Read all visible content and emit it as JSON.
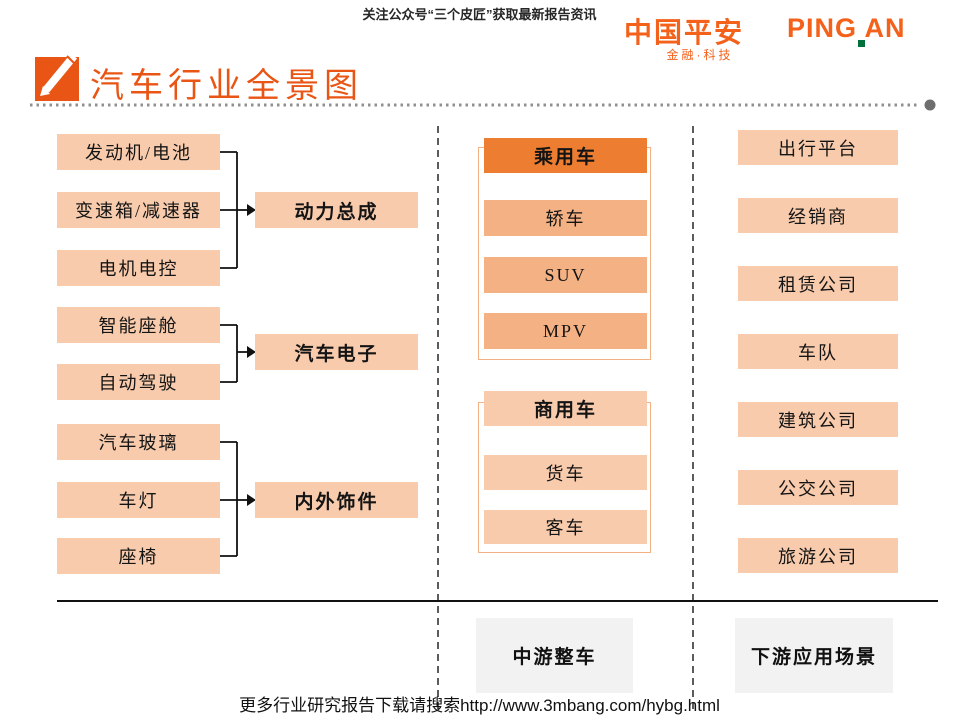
{
  "banner": {
    "text": "关注公众号“三个皮匠”获取最新报告资讯"
  },
  "logo": {
    "cn": "中国平安",
    "en": "PING AN",
    "tagline": "金融·科技"
  },
  "title": {
    "text": "汽车行业全景图"
  },
  "upstream": {
    "groups": [
      {
        "sources": [
          "发动机/电池",
          "变速箱/减速器",
          "电机电控"
        ],
        "target": "动力总成"
      },
      {
        "sources": [
          "智能座舱",
          "自动驾驶"
        ],
        "target": "汽车电子"
      },
      {
        "sources": [
          "汽车玻璃",
          "车灯",
          "座椅"
        ],
        "target": "内外饰件"
      }
    ]
  },
  "midstream": {
    "section_label": "中游整车",
    "groups": [
      {
        "header": "乘用车",
        "items": [
          "轿车",
          "SUV",
          "MPV"
        ]
      },
      {
        "header": "商用车",
        "items": [
          "货车",
          "客车"
        ]
      }
    ]
  },
  "downstream": {
    "section_label": "下游应用场景",
    "items": [
      "出行平台",
      "经销商",
      "租赁公司",
      "车队",
      "建筑公司",
      "公交公司",
      "旅游公司"
    ]
  },
  "footer": {
    "text": "更多行业研究报告下载请搜索http://www.3mbang.com/hybg.html"
  },
  "colors": {
    "box_light": "#F8CBAD",
    "box_medium": "#F4B183",
    "box_dark": "#ED7D31",
    "title_orange": "#E95514",
    "logo_orange": "#F4611A",
    "logo_green": "#00703C",
    "gray_panel": "#F2F2F2",
    "dotted_rule_gray": "#909090"
  }
}
